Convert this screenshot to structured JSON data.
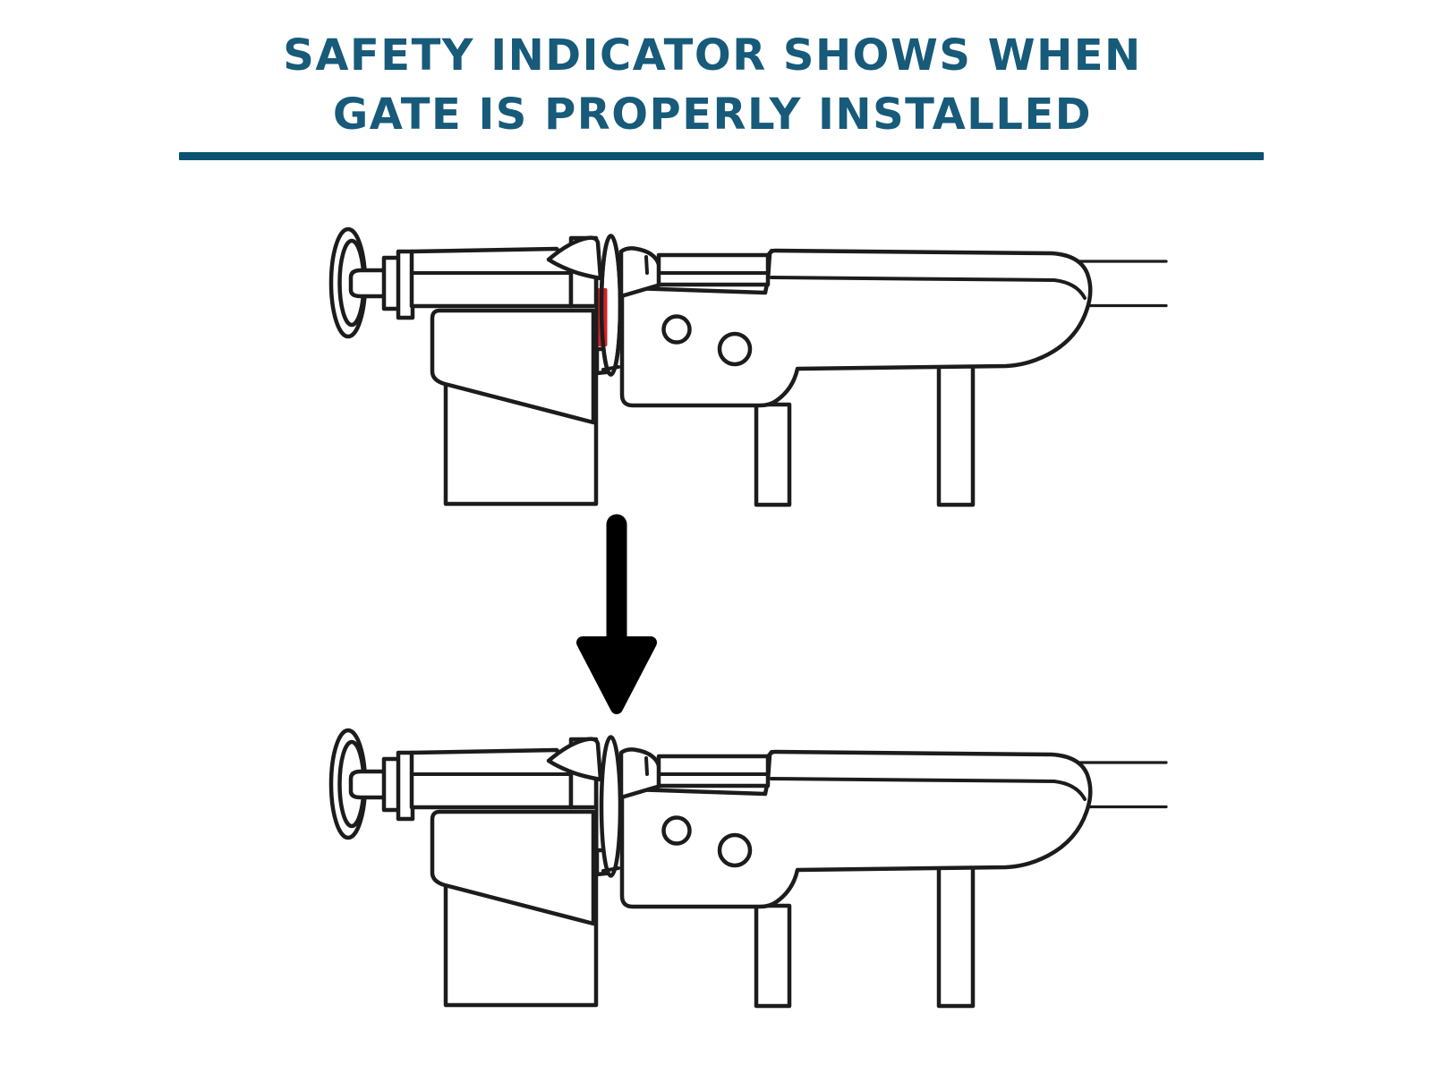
{
  "title": {
    "line1": "SAFETY INDICATOR SHOWS WHEN",
    "line2": "GATE IS PROPERLY INSTALLED"
  },
  "diagram": {
    "step1_state": "red-safety-indicator-visible",
    "step2_state": "indicator-hidden-gate-latched"
  },
  "icons": {
    "down_arrow": "down-arrow-icon"
  },
  "colors": {
    "accent": "#175a7a",
    "rule": "#0d5170",
    "indicator_red": "#d32127",
    "outline": "#1c1c1c",
    "arrow_black": "#000000",
    "background": "#ffffff"
  }
}
